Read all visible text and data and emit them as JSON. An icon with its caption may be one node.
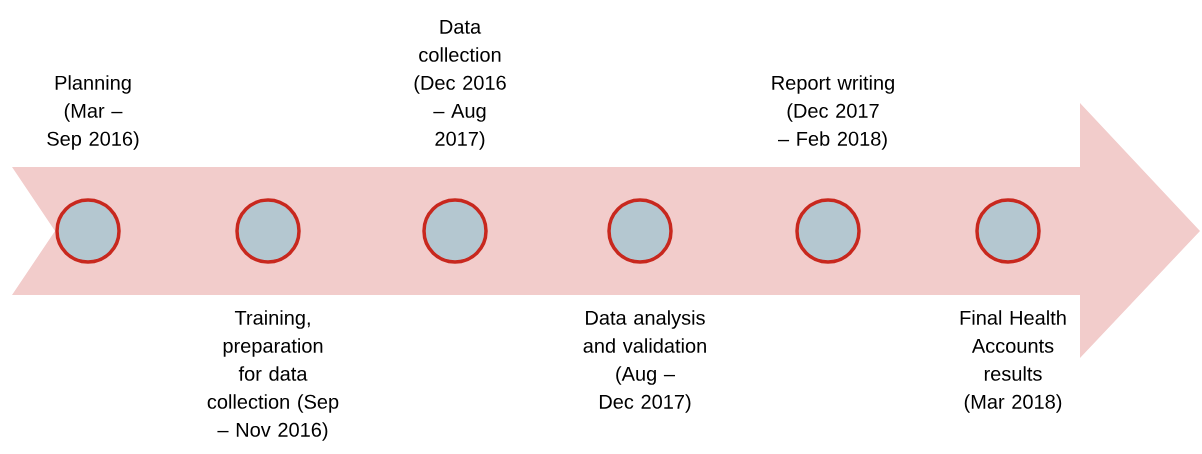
{
  "diagram": {
    "nodes": [
      {
        "text": [],
        "shape": "circle",
        "beside": [
          "Planning (Mar – Sep 2016)"
        ]
      },
      {
        "text": [],
        "shape": "circle",
        "beside": [
          "Training, preparation for data collection (Sep – Nov 2016)"
        ]
      },
      {
        "text": [],
        "shape": "circle",
        "beside": [
          "Data collection (Dec 2016 – Aug 2017)"
        ]
      },
      {
        "text": [],
        "shape": "circle",
        "beside": [
          "Data analysis and validation (Aug – Dec 2017)"
        ]
      },
      {
        "text": [],
        "shape": "circle",
        "beside": [
          "Report writing (Dec 2017 – Feb 2018)"
        ]
      },
      {
        "text": [],
        "shape": "circle",
        "beside": [
          "Final Health Accounts results (Mar 2018)"
        ]
      }
    ]
  }
}
